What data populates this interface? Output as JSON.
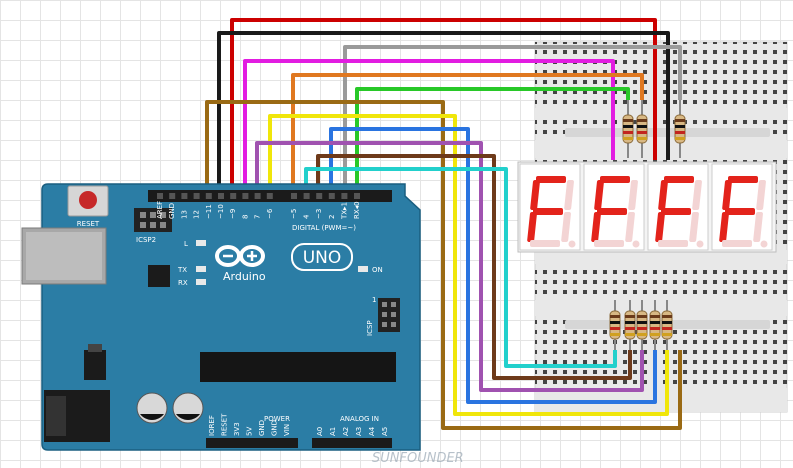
{
  "board": {
    "reset_label": "RESET",
    "icsp2_label": "ICSP2",
    "icsp_label": "ICSP",
    "led_l_label": "L",
    "led_tx_label": "TX",
    "led_rx_label": "RX",
    "on_label": "ON",
    "brand_label": "Arduino",
    "model_label": "UNO",
    "digital_header_label": "DIGITAL (PWM=~)",
    "power_header_label": "POWER",
    "analog_header_label": "ANALOG IN",
    "top_pins": [
      "AREF",
      "GND",
      "13",
      "12",
      "~11",
      "~10",
      "~9",
      "8",
      "7",
      "~6",
      "~5",
      "4",
      "~3",
      "2",
      "TX▸1",
      "RX◂0"
    ],
    "power_pins": [
      "IOREF",
      "RESET",
      "3V3",
      "5V",
      "GND",
      "GND",
      "VIN"
    ],
    "analog_pins": [
      "A0",
      "A1",
      "A2",
      "A3",
      "A4",
      "A5"
    ],
    "icsp_pin_number": "1"
  },
  "display": {
    "digits": [
      "F",
      "F",
      "F",
      "F"
    ],
    "color_on": "#e3231b"
  },
  "wire_colors": {
    "red": "#cc0000",
    "black": "#1a1a1a",
    "gray": "#9a9a9a",
    "pink": "#e21ce1",
    "orange": "#e07820",
    "green": "#28c828",
    "brown": "#9a6a14",
    "yellow": "#f0e60a",
    "blue": "#2a74e0",
    "purple": "#a052b0",
    "dark_brown": "#6e3a1a",
    "cyan": "#22d0cc"
  },
  "watermark": "SUNFOUNDER"
}
